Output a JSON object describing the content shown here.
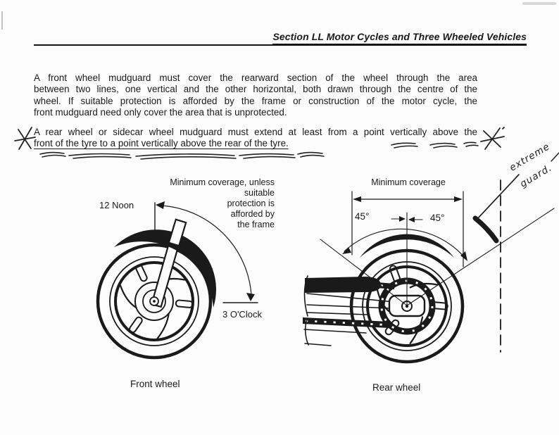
{
  "header": {
    "title": "Section LL Motor Cycles and Three Wheeled Vehicles"
  },
  "paragraph1": {
    "lines": [
      "A front wheel mudguard must cover the rearward section of the wheel through the area",
      "between two lines, one vertical and the other horizontal, both drawn through the centre of the",
      "wheel.  If suitable protection is afforded by the frame or construction of the motor cycle, the",
      "front mudguard need only cover the area that is unprotected."
    ]
  },
  "paragraph2": {
    "line1": "A rear wheel or sidecar wheel mudguard must extend at least from a point vertically above the",
    "underlined": "front of the tyre to a point vertically above the rear of the tyre."
  },
  "front_diagram": {
    "note_lines": [
      "Minimum coverage, unless suitable",
      "protection is",
      "afforded by",
      "the frame"
    ],
    "noon": "12 Noon",
    "oclock": "3 O'Clock",
    "caption": "Front wheel"
  },
  "rear_diagram": {
    "coverage": "Minimum coverage",
    "angle_left": "45°",
    "angle_right": "45°",
    "caption": "Rear wheel",
    "note_word1": "extreme",
    "note_word2": "guard."
  },
  "annotations": {
    "marks": [
      "hand-asterisk-left",
      "hand-asterisk-right",
      "hand-underline-scribbles",
      "extreme-guard-pointer"
    ]
  },
  "colors": {
    "ink": "#1a1a1a",
    "paper": "#fcfcfc"
  }
}
